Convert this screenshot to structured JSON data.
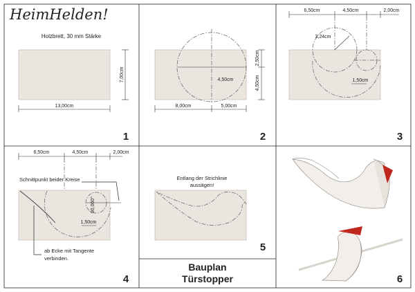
{
  "brand": {
    "logo_text": "HeimHelden!"
  },
  "panel1": {
    "number": "1",
    "caption": "Holzbrett, 30 mm Stärke",
    "width_label": "13,00cm",
    "height_label": "7,00cm"
  },
  "panel2": {
    "number": "2",
    "bottom_left_label": "8,00cm",
    "bottom_right_label": "5,00cm",
    "radius_label": "4,50cm",
    "right_top_label": "2,50cm",
    "right_bottom_label": "4,50cm"
  },
  "panel3": {
    "number": "3",
    "top_labels": [
      "6,50cm",
      "4,50cm",
      "2,00cm"
    ],
    "small_radius_label": "3,24cm",
    "inner_label": "1,50cm"
  },
  "panel4": {
    "number": "4",
    "top_labels": [
      "6,50cm",
      "4,50cm",
      "2,00cm"
    ],
    "intersection_note": "Schnittpunkt beider Kreise",
    "angle_label": "90,000°",
    "inner_label": "1,50cm",
    "tangent_note_line1": "ab Ecke mit Tangente",
    "tangent_note_line2": "verbinden."
  },
  "panel5": {
    "number": "5",
    "note_line1": "Entlang der Strichlinie",
    "note_line2": "aussägen!"
  },
  "title": {
    "line1": "Bauplan",
    "line2": "Türstopper"
  },
  "panel6": {
    "number": "6"
  },
  "colors": {
    "board": "#eae5df",
    "bird": "#f2eeea",
    "beak": "#c0271f",
    "grid": "#222222"
  }
}
